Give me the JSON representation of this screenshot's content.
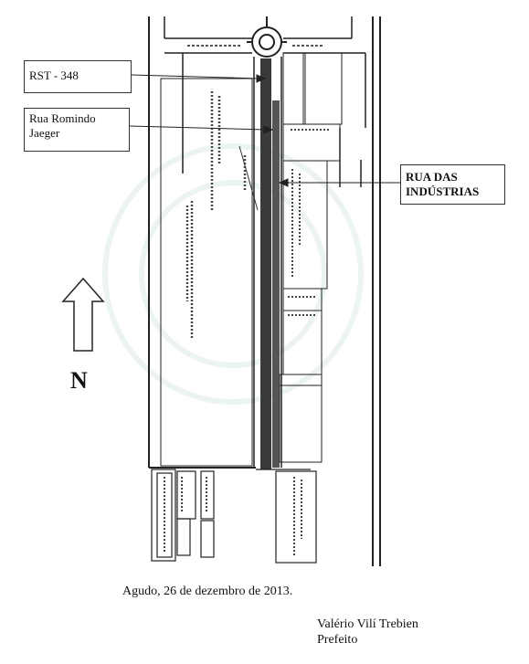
{
  "map": {
    "labels": {
      "highway": "RST - 348",
      "street_left_line1": "Rua Romindo",
      "street_left_line2": "Jaeger",
      "street_right_line1": "RUA DAS",
      "street_right_line2": "INDÚSTRIAS"
    },
    "compass": {
      "direction": "N",
      "icon": "north-arrow-icon"
    }
  },
  "footer": {
    "date_line": "Agudo, 26 de dezembro de 2013.",
    "signer_name": "Valério Vilí Trebien",
    "signer_title": "Prefeito"
  }
}
